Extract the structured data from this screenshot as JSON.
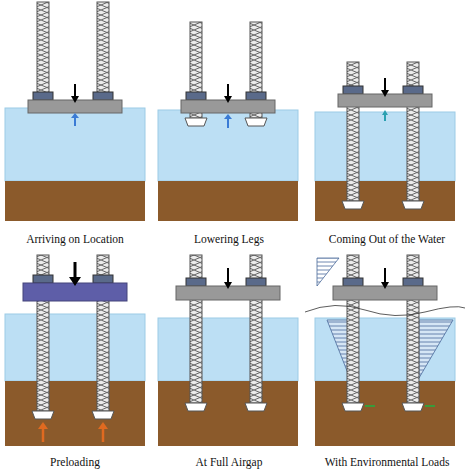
{
  "diagram": {
    "labels": [
      "Arriving on Location",
      "Lowering Legs",
      "Coming Out of the Water",
      "Preloading",
      "At Full Airgap",
      "With Environmental Loads"
    ]
  }
}
